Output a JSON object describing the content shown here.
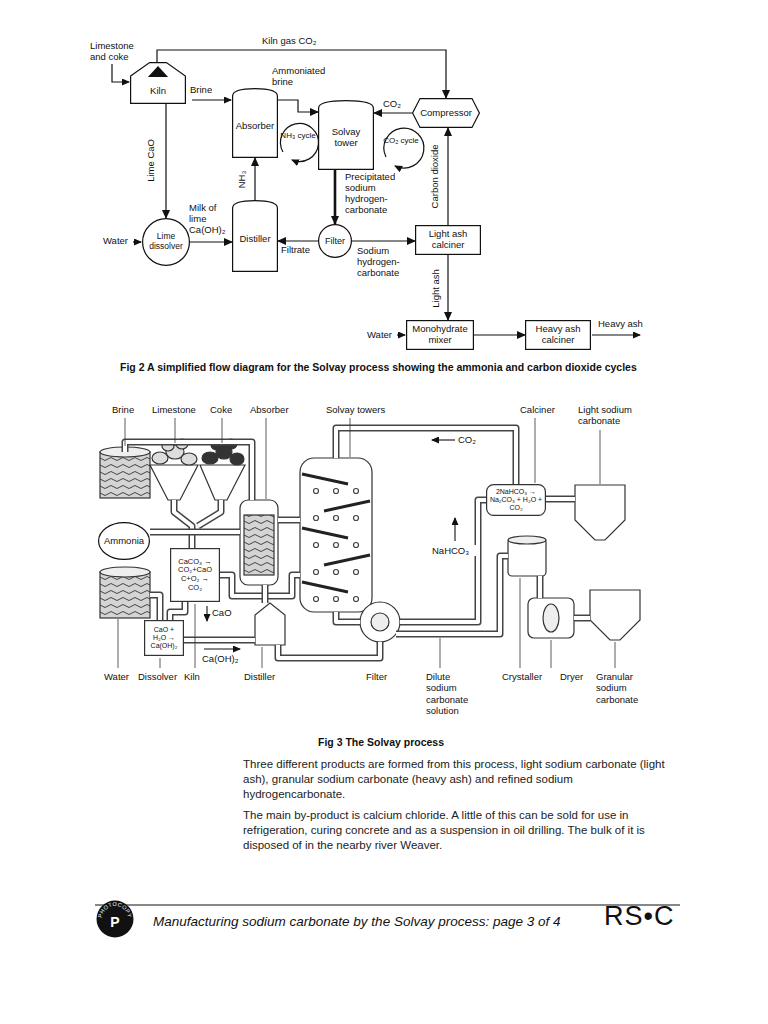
{
  "diagram": {
    "caption": "Fig 2 A simplified flow diagram for the Solvay process showing the ammonia and carbon dioxide cycles",
    "nodes": [
      {
        "text": [
          "Kiln"
        ]
      },
      {
        "text": [
          "Absorber"
        ]
      },
      {
        "text": [
          "Solvay tower"
        ]
      },
      {
        "text": [
          "Compressor"
        ]
      },
      {
        "text": [
          "Lime dissolver"
        ]
      },
      {
        "text": [
          "Distiller"
        ]
      },
      {
        "text": [
          "Filter"
        ]
      },
      {
        "text": [
          "Light ash calciner"
        ]
      },
      {
        "text": [
          "Monohydrate mixer"
        ]
      },
      {
        "text": [
          "Heavy ash calciner"
        ]
      },
      {
        "text": [
          "2NaHCO₃ → Na₂CO₃ + H₂O + CO₂"
        ]
      },
      {
        "text": [
          "Ammonia"
        ]
      },
      {
        "text": [
          "CaCO₃ → CO₂+CaO",
          "C+O₂ → CO₂"
        ]
      },
      {
        "text": [
          "CaO + H₂O → Ca(OH)₂"
        ]
      },
      {
        "text": [
          "PHOTOCOPY",
          "P"
        ]
      }
    ],
    "edges": [
      {
        "from": 0,
        "to": 3,
        "label": "Kiln gas CO₂",
        "arrow": "to"
      },
      {
        "from": 0,
        "to": 4,
        "label": "Lime CaO",
        "arrow": "to"
      },
      {
        "from": 4,
        "to": 5,
        "label": "Milk of lime Ca(OH)₂",
        "arrow": "to"
      },
      {
        "from": 5,
        "to": 1,
        "label": "NH₃",
        "arrow": "to"
      },
      {
        "from": 1,
        "to": 2,
        "label": "Ammoniated brine",
        "arrow": "to"
      },
      {
        "from": 3,
        "to": 2,
        "label": "CO₂",
        "arrow": "to"
      },
      {
        "from": 2,
        "to": 6,
        "label": "Precipitated sodium hydrogen-carbonate",
        "arrow": "to"
      },
      {
        "from": 6,
        "to": 5,
        "label": "Filtrate",
        "arrow": "to"
      },
      {
        "from": 6,
        "to": 7,
        "label": "Sodium hydrogen-carbonate",
        "arrow": "to"
      },
      {
        "from": 7,
        "to": 3,
        "label": "Carbon dioxide",
        "arrow": "to"
      },
      {
        "from": 7,
        "to": 8,
        "label": "Light ash",
        "arrow": "to"
      },
      {
        "from": 8,
        "to": 9,
        "arrow": "to"
      }
    ],
    "labels": [
      "Limestone and coke",
      "Brine",
      "NH₃ cycle",
      "CO₂ cycle",
      "Water",
      "Water",
      "Heavy ash",
      "Brine",
      "Limestone",
      "Coke",
      "Absorber",
      "Solvay towers",
      "Calciner",
      "Light sodium carbonate",
      "CO₂",
      "NaHCO₃",
      "CaO",
      "Ca(OH)₂",
      "Water",
      "Dissolver",
      "Kiln",
      "Distiller",
      "Filter",
      "Dilute sodium carbonate solution",
      "Crystaller",
      "Dryer",
      "Granular sodium carbonate",
      "Fig 3 The Solvay process",
      "Three different products are formed from this process, light sodium carbonate (light ash), granular sodium carbonate (heavy ash) and refined sodium hydrogencarbonate.",
      "The main by-product is calcium chloride. A little of this can be sold for use in refrigeration, curing concrete and as a suspension in oil drilling. The bulk of it is disposed of in the nearby river Weaver.",
      "Manufacturing sodium carbonate by the Solvay process: page 3 of 4",
      "RS•C"
    ]
  }
}
